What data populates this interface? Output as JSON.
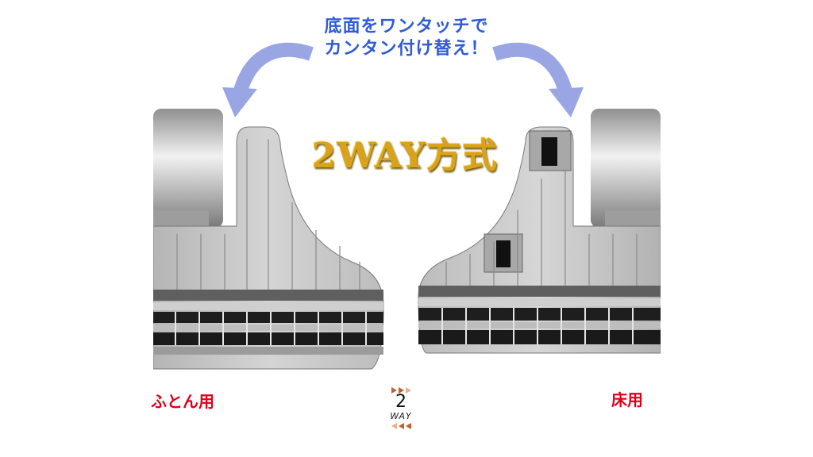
{
  "headline": {
    "line1": "底面をワンタッチで",
    "line2": "カンタン付け替え！"
  },
  "title": "2WAY方式",
  "modes": {
    "futon": "ふとん用",
    "floor": "床用"
  },
  "badge": {
    "number": "2",
    "text": "WAY"
  },
  "colors": {
    "headline": "#2f5bd8",
    "arrow": "#9aa6e4",
    "title": "#d9a21b",
    "label": "#e0001a",
    "body": "#c9c9c9"
  },
  "icons": [
    "curved-arrow-left-icon",
    "curved-arrow-right-icon",
    "triangle-right-icon",
    "triangle-left-icon"
  ]
}
